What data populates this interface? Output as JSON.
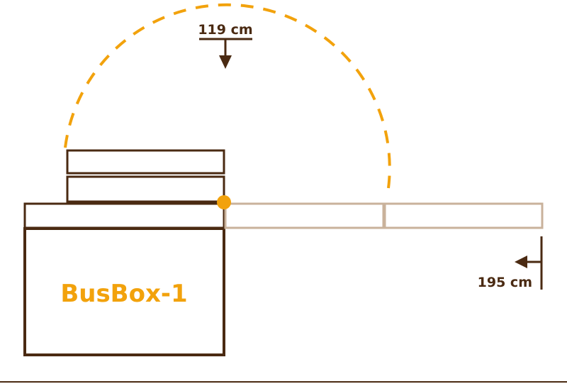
{
  "labels": {
    "height_dimension": "119 cm",
    "length_dimension": "195 cm",
    "product_name": "BusBox-1"
  },
  "colors": {
    "outline": "#4a2a12",
    "accent": "#f2a20c",
    "extension_outline": "#c9b29b",
    "background": "#ffffff"
  },
  "icons": {
    "height_arrow": "arrow-down-icon",
    "length_arrow": "arrow-left-icon",
    "pivot": "hinge-dot-icon",
    "arc": "swing-arc-dashed"
  }
}
